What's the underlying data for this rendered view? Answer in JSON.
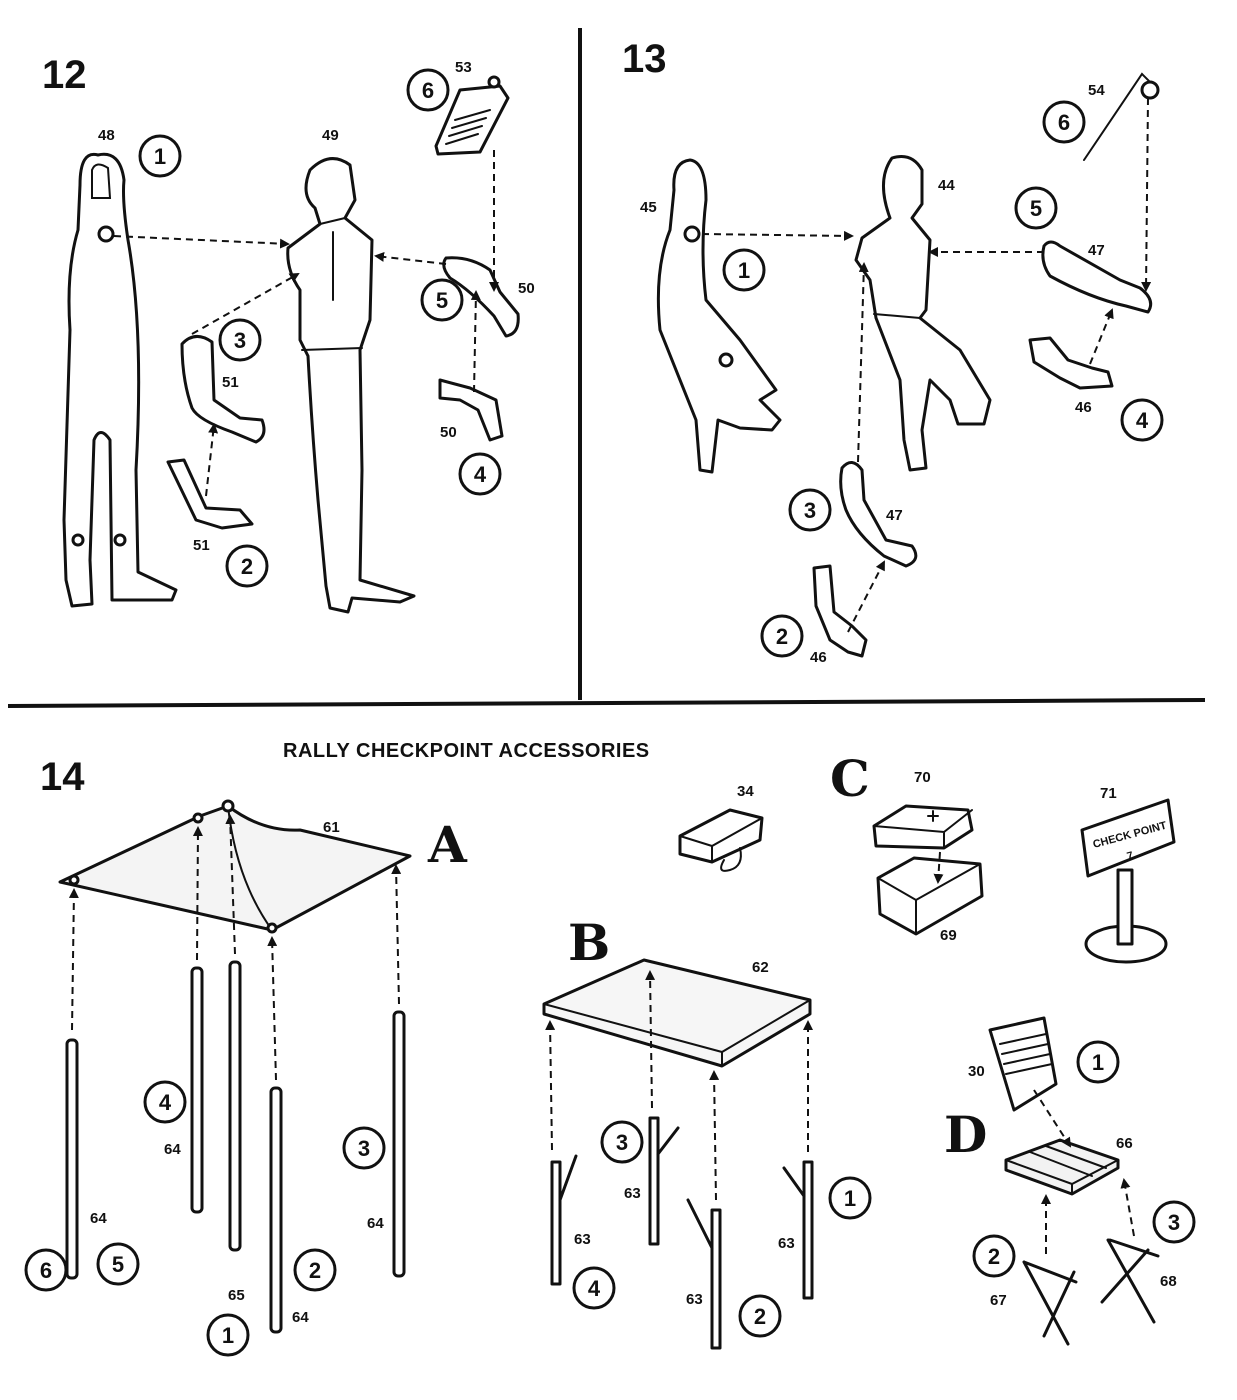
{
  "steps": {
    "s12": "12",
    "s13": "13",
    "s14": "14"
  },
  "accessories_title": "RALLY CHECKPOINT ACCESSORIES",
  "sections": {
    "a": "A",
    "b": "B",
    "c": "C",
    "d": "D"
  },
  "step12": {
    "parts": [
      "48",
      "49",
      "50",
      "51",
      "51",
      "53",
      "50"
    ],
    "callouts": [
      "1",
      "2",
      "3",
      "4",
      "5",
      "6"
    ]
  },
  "step13": {
    "parts": [
      "45",
      "44",
      "47",
      "46",
      "47",
      "46",
      "54"
    ],
    "callouts": [
      "1",
      "2",
      "3",
      "4",
      "5",
      "6"
    ]
  },
  "tent": {
    "parts": [
      "61",
      "64",
      "64",
      "64",
      "64",
      "65"
    ],
    "callouts": [
      "1",
      "2",
      "3",
      "4",
      "5",
      "6"
    ]
  },
  "table": {
    "parts": [
      "62",
      "63",
      "63",
      "63",
      "63",
      "34"
    ],
    "callouts": [
      "1",
      "2",
      "3",
      "4"
    ]
  },
  "firstaid": {
    "parts": [
      "70",
      "69",
      "71"
    ],
    "sign_text": [
      "CHECK POINT",
      "7"
    ]
  },
  "chair": {
    "parts": [
      "30",
      "66",
      "67",
      "68"
    ],
    "callouts": [
      "1",
      "2",
      "3"
    ]
  }
}
